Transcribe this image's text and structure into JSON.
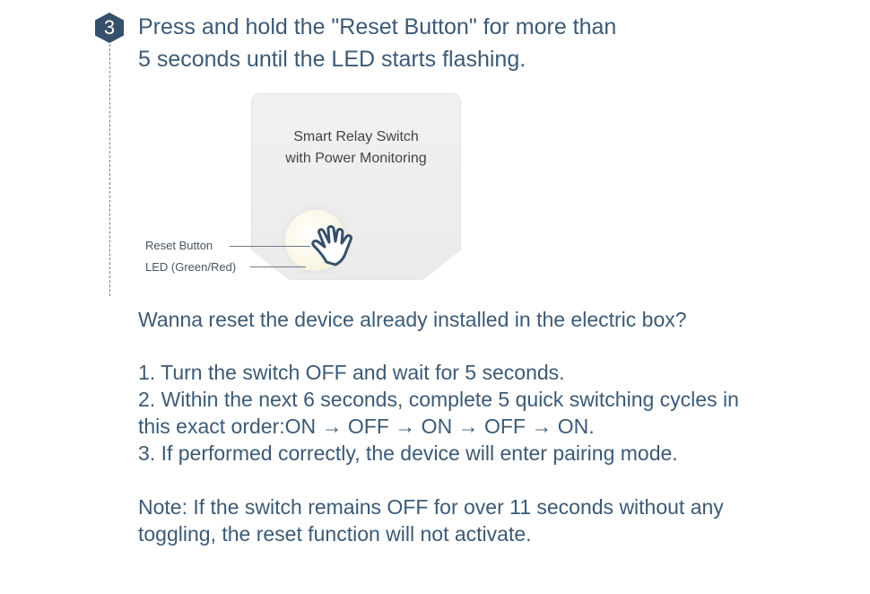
{
  "step": {
    "number": "3",
    "title_line1": "Press and hold the \"Reset Button\" for more than",
    "title_line2": "5 seconds until the LED starts flashing."
  },
  "device": {
    "label_line1": "Smart Relay Switch",
    "label_line2": "with Power Monitoring",
    "callouts": {
      "reset": "Reset Button",
      "led": "LED (Green/Red)"
    }
  },
  "instructions": {
    "question": "Wanna reset the device already installed in the electric box?",
    "line1": "1. Turn the switch OFF and wait for 5 seconds.",
    "line2": "2. Within the next 6 seconds, complete 5 quick switching cycles in",
    "line3": "this exact order:ON → OFF → ON → OFF → ON.",
    "line4": "3. If performed correctly, the device will enter pairing mode."
  },
  "note": {
    "line1": "Note: If the switch remains OFF for over 11 seconds without any",
    "line2": "toggling, the reset function will not activate."
  },
  "colors": {
    "text": "#3c5a75",
    "badge": "#35506b",
    "device": "#efefef"
  },
  "icons": [
    "step-badge-hexagon",
    "pointing-hand-icon"
  ]
}
